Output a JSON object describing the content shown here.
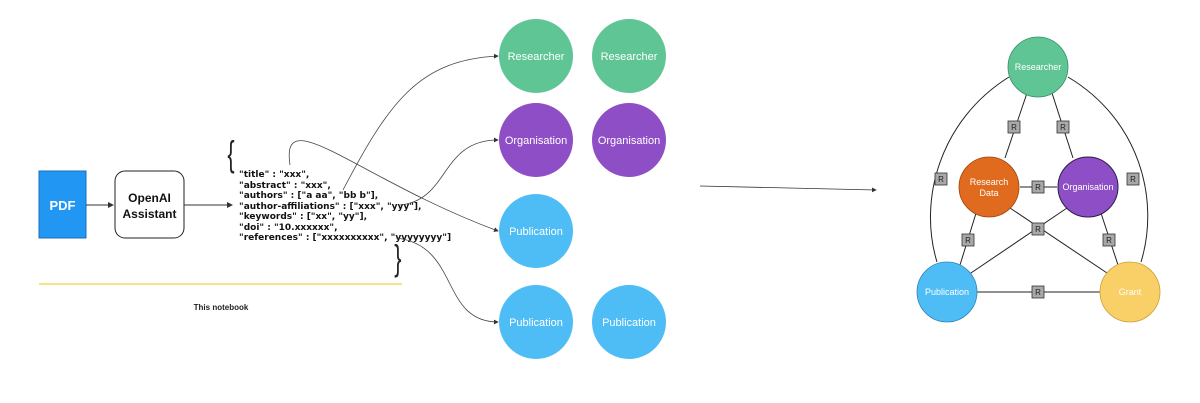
{
  "flow": {
    "pdf_label": "PDF",
    "assistant_label_line1": "OpenAI",
    "assistant_label_line2": "Assistant",
    "notebook_caption": "This notebook",
    "json_open": "{",
    "json_close": "}",
    "json_lines": [
      "\"title\" : \"xxx\",",
      "\"abstract\" : \"xxx\",",
      "\"authors\" : [\"a aa\", \"bb b\"],",
      "\"author-affiliations\" : [\"xxx\", \"yyy\"],",
      "\"keywords\" : [\"xx\", \"yy\"],",
      "\"doi\" : \"10.xxxxxx\",",
      "\"references\" : [\"xxxxxxxxxx\", \"yyyyyyyy\"]"
    ]
  },
  "entities": {
    "researcher_1": "Researcher",
    "researcher_2": "Researcher",
    "organisation_1": "Organisation",
    "organisation_2": "Organisation",
    "publication_main": "Publication",
    "publication_ref_1": "Publication",
    "publication_ref_2": "Publication"
  },
  "graph": {
    "researcher": "Researcher",
    "research_data_line1": "Research",
    "research_data_line2": "Data",
    "organisation": "Organisation",
    "publication": "Publication",
    "grant": "Grant",
    "relation_label": "R"
  },
  "colors": {
    "pdf": "#2196f3",
    "researcher": "#5fc594",
    "organisation": "#8e4ec6",
    "publication": "#4fbdf5",
    "research_data": "#e06a1e",
    "grant": "#f9d067",
    "notebook_line": "#f2d13a",
    "relation_box": "#a8a8a8"
  }
}
